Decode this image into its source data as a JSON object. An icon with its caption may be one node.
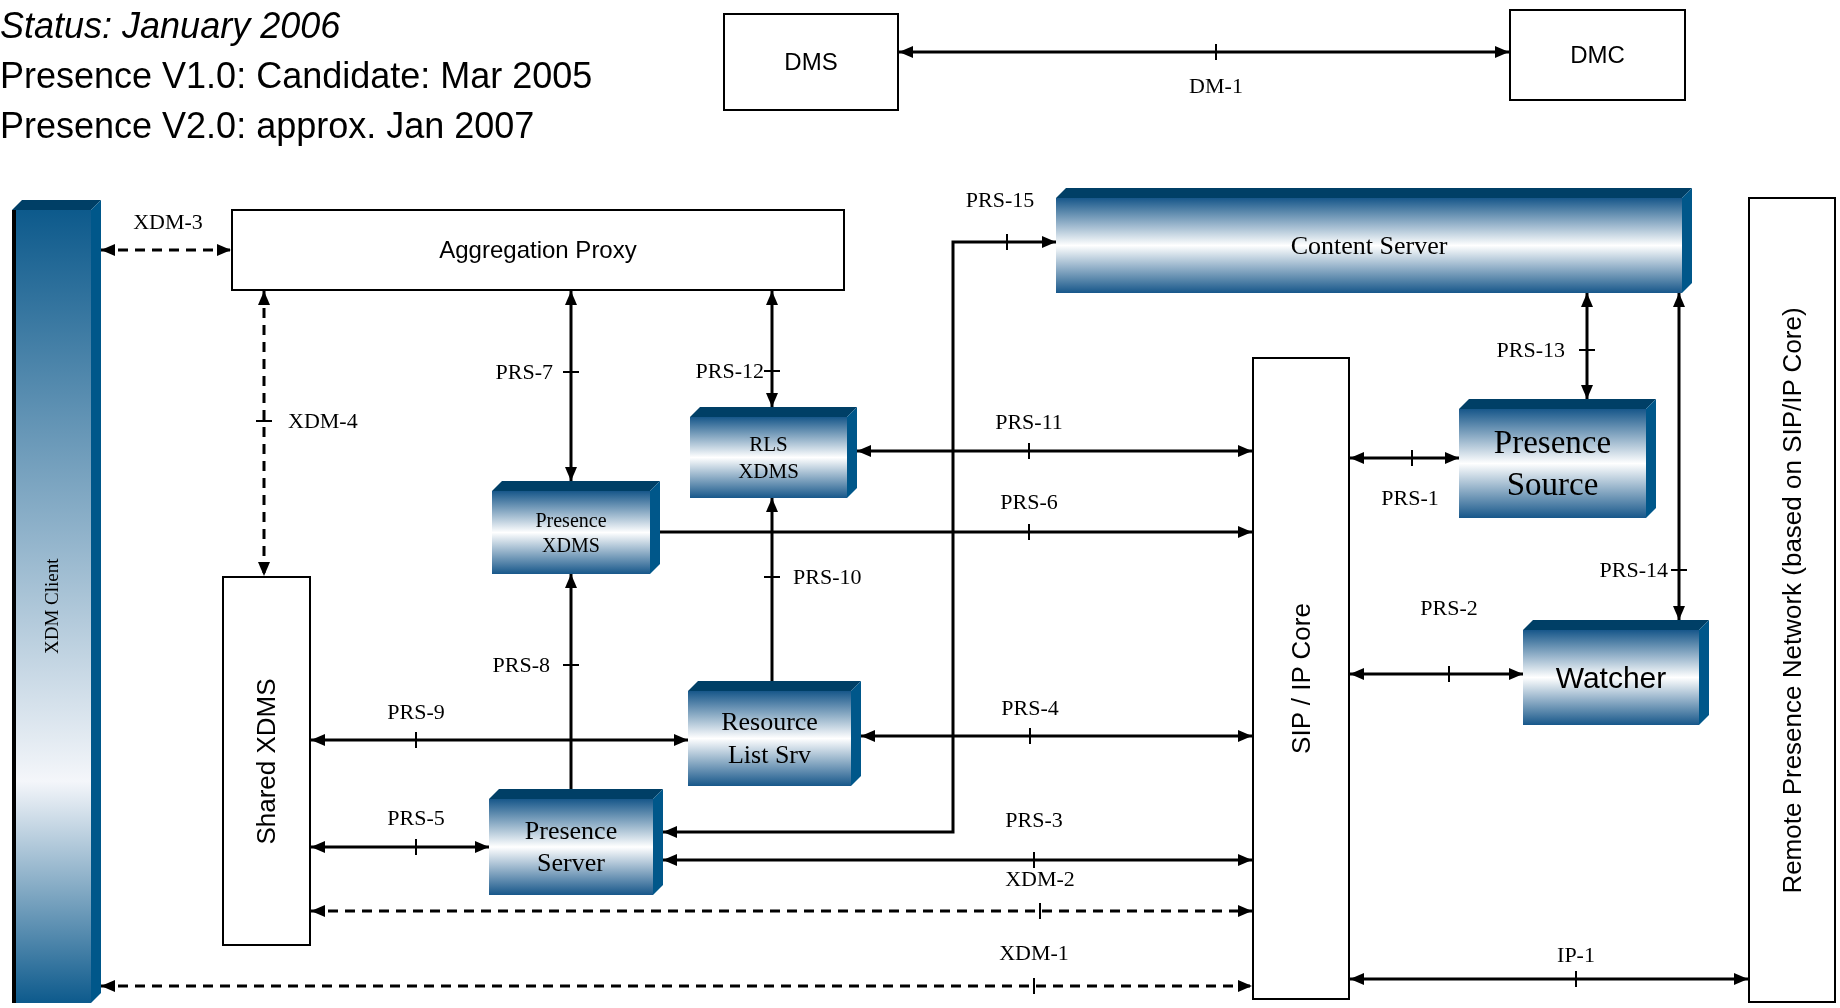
{
  "diagram": {
    "nodes": [
      {
        "text": [
          "DMS"
        ]
      },
      {
        "text": [
          "DMC"
        ]
      },
      {
        "text": [
          "XDM Client"
        ]
      },
      {
        "text": [
          "Aggregation Proxy"
        ]
      },
      {
        "text": [
          "Content Server"
        ]
      },
      {
        "text": [
          "RLS XDMS"
        ]
      },
      {
        "text": [
          "Presence XDMS"
        ]
      },
      {
        "text": [
          "Shared XDMS"
        ]
      },
      {
        "text": [
          "Resource List Srv"
        ]
      },
      {
        "text": [
          "Presence Server"
        ]
      },
      {
        "text": [
          "SIP / IP Core"
        ]
      },
      {
        "text": [
          "Presence Source"
        ]
      },
      {
        "text": [
          "Watcher"
        ]
      },
      {
        "text": [
          "Remote Presence Network (based on SIP/IP Core)"
        ]
      }
    ],
    "edges": [
      {
        "from": 0,
        "to": 1,
        "arrow": "both",
        "label": "DM-1"
      },
      {
        "from": 2,
        "to": 3,
        "arrow": "both",
        "label": "XDM-3",
        "style": "dashed"
      },
      {
        "from": 3,
        "to": 7,
        "arrow": "both",
        "label": "XDM-4",
        "style": "dashed"
      },
      {
        "from": 3,
        "to": 6,
        "arrow": "both",
        "label": "PRS-7"
      },
      {
        "from": 3,
        "to": 5,
        "arrow": "both",
        "label": "PRS-12"
      },
      {
        "from": 9,
        "to": 4,
        "arrow": "both",
        "label": "PRS-15"
      },
      {
        "from": 5,
        "to": 10,
        "arrow": "both",
        "label": "PRS-11"
      },
      {
        "from": 6,
        "to": 10,
        "arrow": "to",
        "label": "PRS-6"
      },
      {
        "from": 8,
        "to": 5,
        "arrow": "to",
        "label": "PRS-10"
      },
      {
        "from": 9,
        "to": 6,
        "arrow": "to",
        "label": "PRS-8"
      },
      {
        "from": 7,
        "to": 8,
        "arrow": "both",
        "label": "PRS-9"
      },
      {
        "from": 8,
        "to": 10,
        "arrow": "both",
        "label": "PRS-4"
      },
      {
        "from": 7,
        "to": 9,
        "arrow": "both",
        "label": "PRS-5"
      },
      {
        "from": 9,
        "to": 10,
        "arrow": "both",
        "label": "PRS-3"
      },
      {
        "from": 7,
        "to": 10,
        "arrow": "both",
        "label": "XDM-2",
        "style": "dashed"
      },
      {
        "from": 2,
        "to": 10,
        "arrow": "both",
        "label": "XDM-1",
        "style": "dashed"
      },
      {
        "from": 4,
        "to": 11,
        "arrow": "both",
        "label": "PRS-13"
      },
      {
        "from": 10,
        "to": 11,
        "arrow": "both",
        "label": "PRS-1"
      },
      {
        "from": 4,
        "to": 12,
        "arrow": "both",
        "label": "PRS-14"
      },
      {
        "from": 10,
        "to": 12,
        "arrow": "both",
        "label": "PRS-2"
      },
      {
        "from": 10,
        "to": 13,
        "arrow": "both",
        "label": "IP-1"
      }
    ],
    "labels": [
      "Status: January 2006",
      "Presence V1.0: Candidate: Mar 2005",
      "Presence V2.0: approx. Jan 2007"
    ]
  }
}
